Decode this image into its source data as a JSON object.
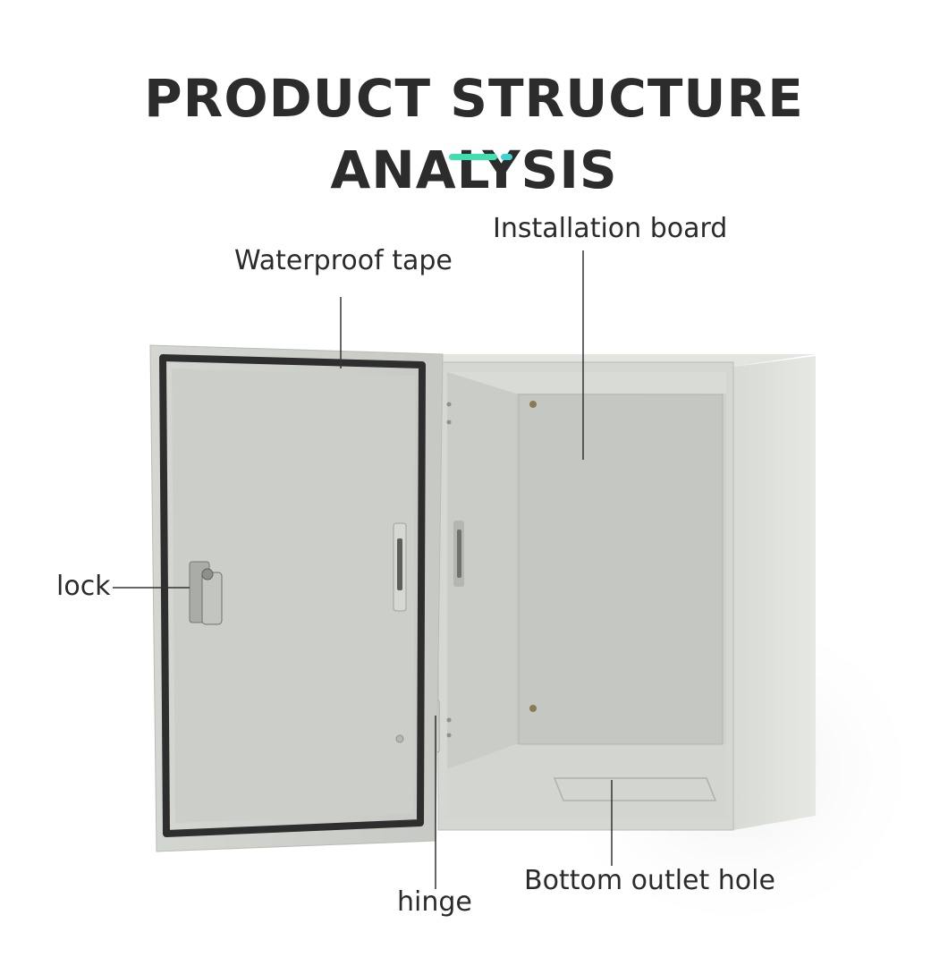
{
  "title": "PRODUCT STRUCTURE ANALYSIS",
  "labels": {
    "installation_board": "Installation board",
    "waterproof_tape": "Waterproof tape",
    "lock": "lock",
    "bottom_outlet_hole": "Bottom outlet hole",
    "hinge": "hinge"
  },
  "colors": {
    "title_text": "#2c2c2c",
    "accent_green": "#3fe0b0",
    "accent_teal": "#3dd3d0",
    "cabinet_gray": "#cfd2cd",
    "gasket": "#2e2e2e",
    "leader_line": "#333333"
  }
}
